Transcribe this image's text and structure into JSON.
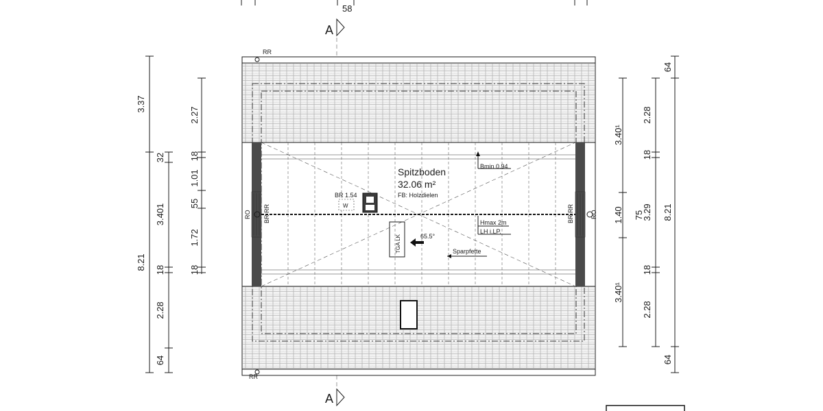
{
  "top_dimension": "58",
  "section_marker": "A",
  "gutter_labels": {
    "top": "RR",
    "bottom": "RR"
  },
  "room": {
    "name": "Spitzboden",
    "area": "32.06 m²",
    "floor": "FB: Holzdielen"
  },
  "annotations": {
    "br": "BR 1.54",
    "w_symbol": "W",
    "bmin": "Bmin 0.94",
    "hmax": "Hmax 2m",
    "lh": "LH i.LP.",
    "angle": "65.5°",
    "sparpfette": "Sparpfette",
    "tga": "TGA LK",
    "ro_left": "RO",
    "brrr_left": "BR RR",
    "ro_right": "RO",
    "brrr_right": "BR RR"
  },
  "left_dims": {
    "outer": [
      "3.37",
      "8.21"
    ],
    "middle": [
      "32",
      "3.401",
      "18",
      "2.28",
      "64"
    ],
    "inner": [
      "2.27",
      "18",
      "1.01",
      "55",
      "1.72",
      "18"
    ]
  },
  "right_dims": {
    "inner": [
      "3.40¹",
      "1.40",
      "3.40¹"
    ],
    "middle": [
      "2.28",
      "18",
      "3.29",
      "18",
      "2.28"
    ],
    "mid75": "75",
    "outer": [
      "64",
      "8.21",
      "64"
    ]
  }
}
